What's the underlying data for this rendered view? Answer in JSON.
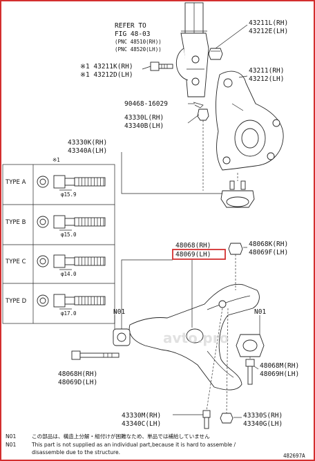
{
  "refer": [
    "REFER TO",
    "FIG 48-03",
    "(PNC 48510(RH))",
    "(PNC 48520(LH))"
  ],
  "parts": {
    "p43211L": "43211L(RH)",
    "p43212E": "43212E(LH)",
    "p43211K": "※1 43211K(RH)",
    "p43212D": "※1 43212D(LH)",
    "p43211": "43211(RH)",
    "p43212": "43212(LH)",
    "p90468": "90468-16029",
    "p43330L": "43330L(RH)",
    "p43340B": "43340B(LH)",
    "p43330K": "43330K(RH)",
    "p43340A": "43340A(LH)",
    "p48068": "48068(RH)",
    "p48069": "48069(LH)",
    "p48068K": "48068K(RH)",
    "p48069F": "48069F(LH)",
    "n01a": "N01",
    "n01b": "N01",
    "p48068H": "48068H(RH)",
    "p48069D": "48069D(LH)",
    "p48068M": "48068M(RH)",
    "p48069H": "48069H(LH)",
    "p43330M": "43330M(RH)",
    "p43340C": "43340C(LH)",
    "p43330S": "43330S(RH)",
    "p43340G": "43340G(LH)"
  },
  "table_mark": "※1",
  "types": [
    {
      "label": "TYPE A",
      "dia": "φ15.9"
    },
    {
      "label": "TYPE B",
      "dia": "φ15.0"
    },
    {
      "label": "TYPE C",
      "dia": "φ14.0"
    },
    {
      "label": "TYPE D",
      "dia": "φ17.0"
    }
  ],
  "notes": [
    {
      "code": "N01",
      "text": "この部品は、構造上分解・組付けが困難なため、単品では補給していません"
    },
    {
      "code": "N01",
      "text": "This part is not supplied as an individual part,because it is hard to assemble /"
    },
    {
      "code": "",
      "text": "disassemble due to the structure."
    }
  ],
  "watermark": "avto.pro",
  "fig_code": "482697A",
  "highlight_color": "#d32f2f"
}
